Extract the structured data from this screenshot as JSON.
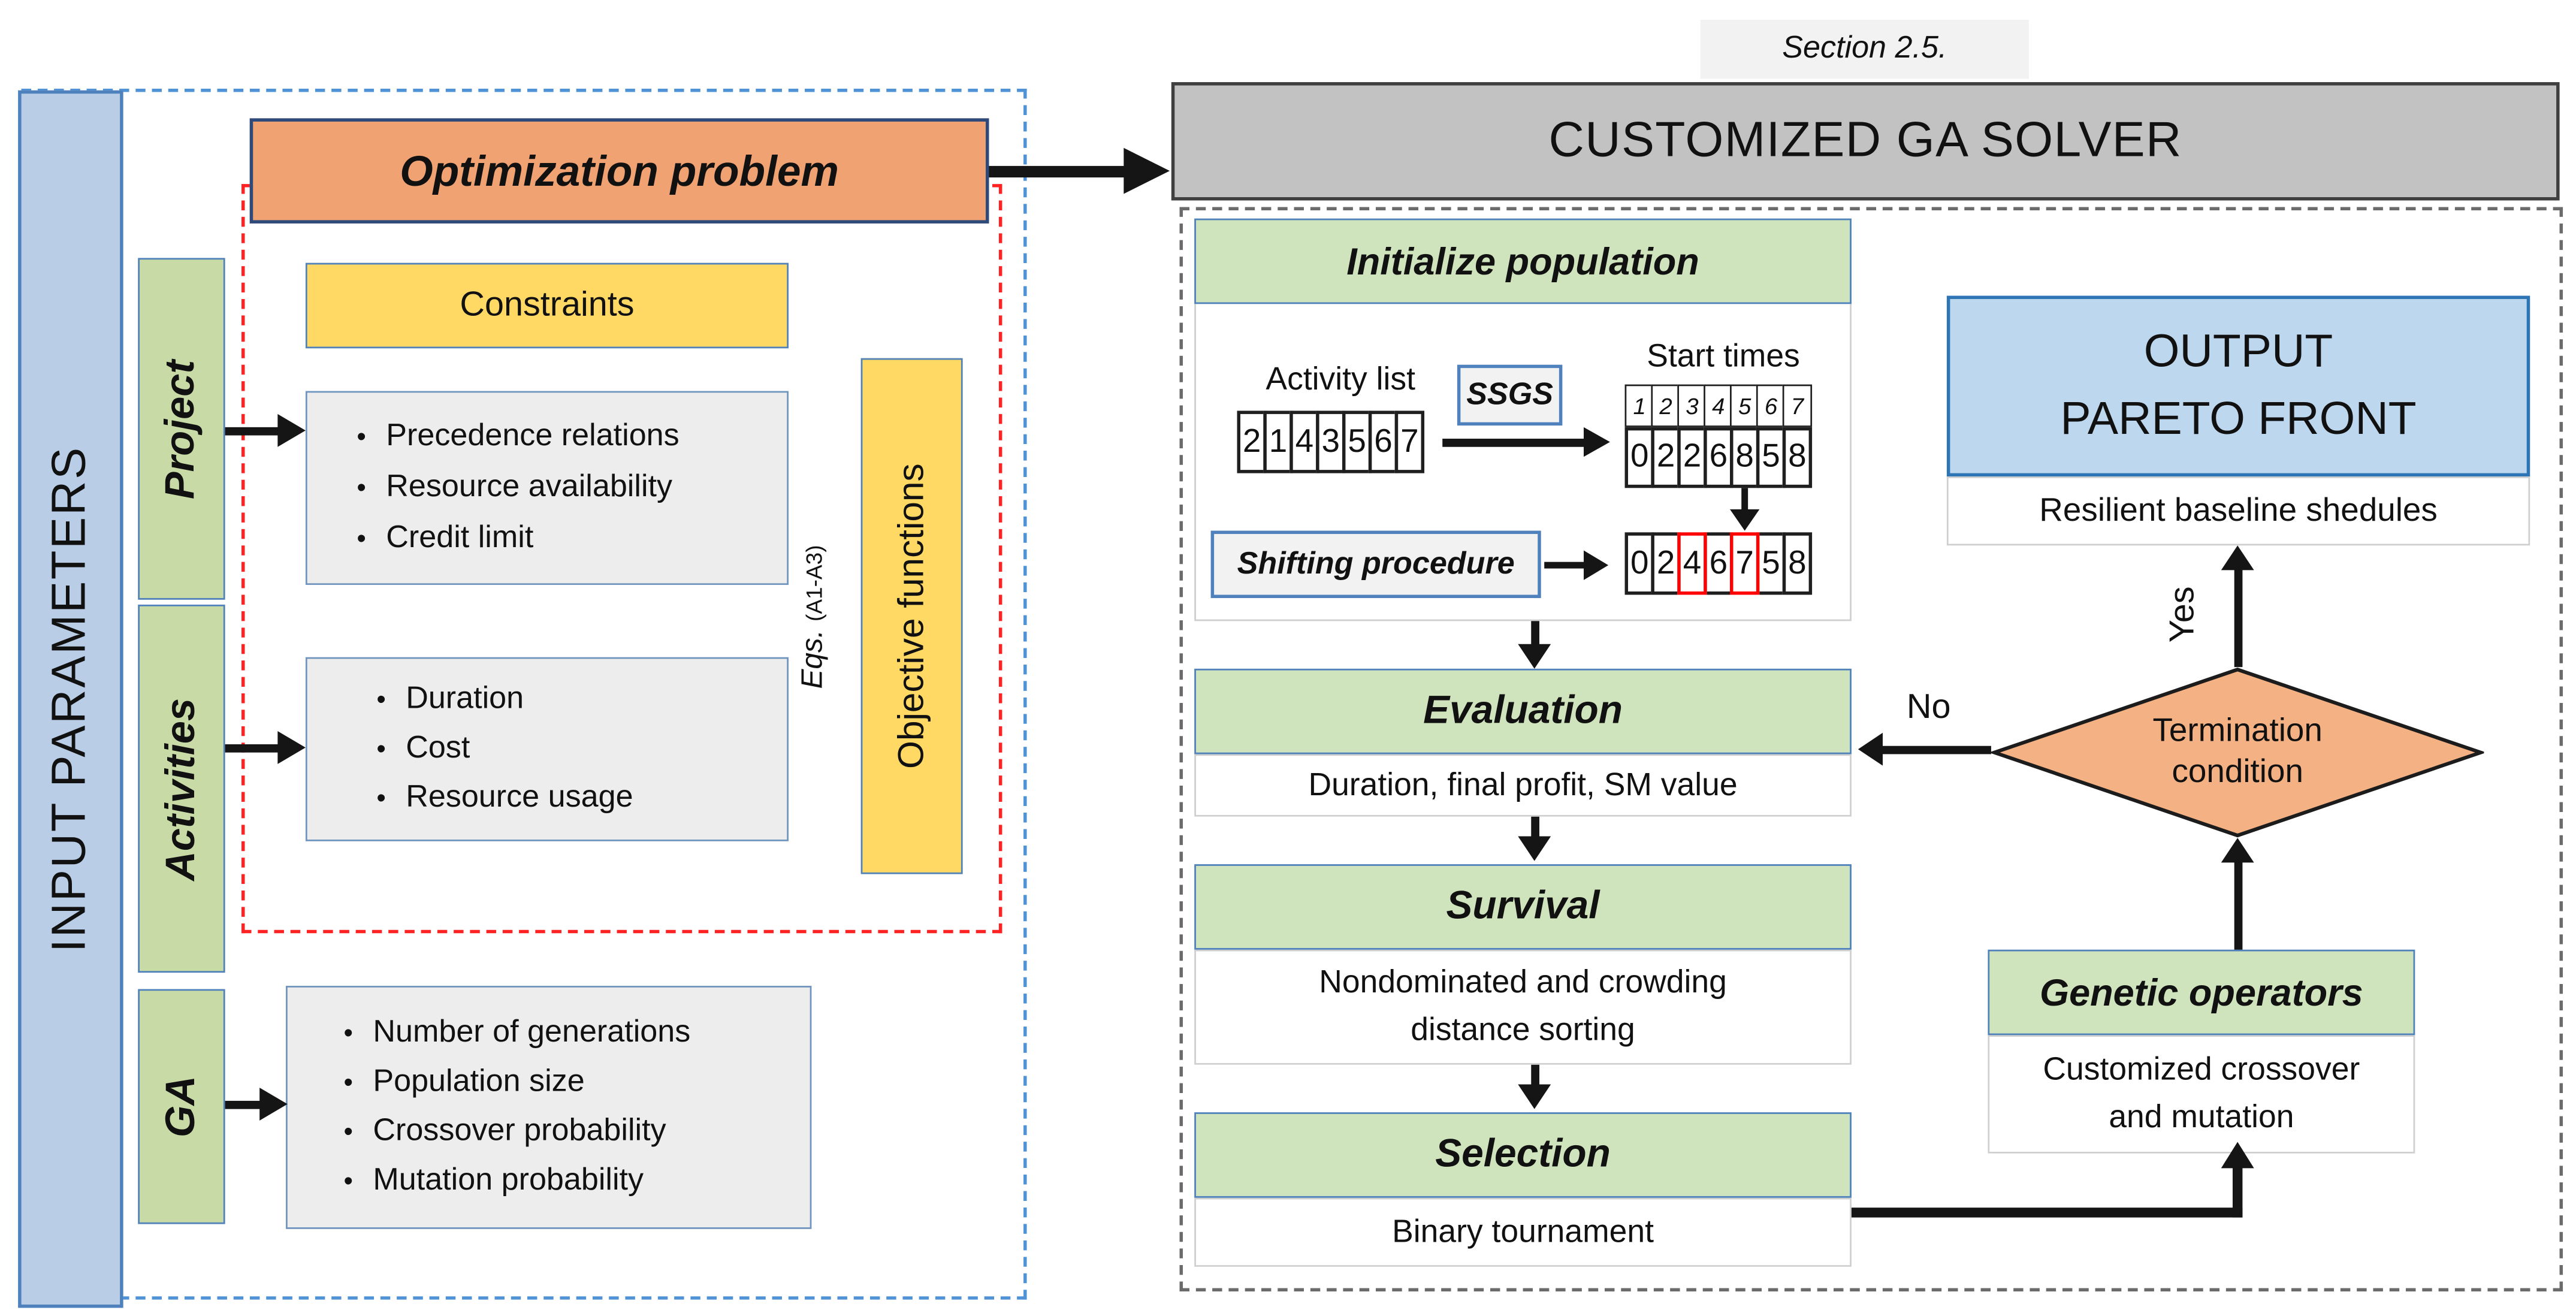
{
  "diagram": {
    "left": {
      "input_parameters": "INPUT PARAMETERS",
      "optimization_problem": "Optimization problem",
      "constraints": "Constraints",
      "project_label": "Project",
      "project_bullets": [
        "Precedence relations",
        "Resource availability",
        "Credit limit"
      ],
      "activities_label": "Activities",
      "activities_bullets": [
        "Duration",
        "Cost",
        "Resource usage"
      ],
      "ga_label": "GA",
      "ga_bullets": [
        "Number of generations",
        "Population size",
        "Crossover probability",
        "Mutation probability"
      ],
      "objective_functions": "Objective functions",
      "eqs": "Eqs.",
      "eqs_ref": "(A1-A3)"
    },
    "solver": {
      "section": "Section 2.5.",
      "title": "CUSTOMIZED GA SOLVER",
      "init": {
        "header": "Initialize population",
        "activity_list_label": "Activity list",
        "activity_list": [
          "2",
          "1",
          "4",
          "3",
          "5",
          "6",
          "7"
        ],
        "ssgs": "SSGS",
        "start_times_label": "Start times",
        "slot_numbers": [
          "1",
          "2",
          "3",
          "4",
          "5",
          "6",
          "7"
        ],
        "start_times": [
          "0",
          "2",
          "2",
          "6",
          "8",
          "5",
          "8"
        ],
        "shifting_procedure": "Shifting procedure",
        "shifted_times": [
          "0",
          "2",
          "4",
          "6",
          "7",
          "5",
          "8"
        ],
        "shifted_highlight_indices": [
          2,
          4
        ]
      },
      "evaluation": {
        "header": "Evaluation",
        "body": "Duration, final profit, SM value"
      },
      "survival": {
        "header": "Survival",
        "body": "Nondominated and crowding distance sorting"
      },
      "selection": {
        "header": "Selection",
        "body": "Binary tournament"
      },
      "genetic_operators": {
        "header": "Genetic operators",
        "body": "Customized crossover and mutation"
      },
      "termination": {
        "line1": "Termination",
        "line2": "condition",
        "yes": "Yes",
        "no": "No"
      },
      "output": {
        "line1": "OUTPUT",
        "line2": "PARETO FRONT",
        "body": "Resilient baseline shedules"
      }
    },
    "colors": {
      "input_bar_fill": "#b9cee6",
      "box_border_blue": "#4f81bd",
      "green_fill_left": "#c8daa6",
      "green_fill_right": "#cfe3bd",
      "yellow_fill": "#ffd963",
      "orange_fill": "#f0a273",
      "diamond_fill": "#f4b183",
      "gray_fill": "#ededed",
      "solver_bar_fill": "#c2c2c2",
      "section_bg": "#f2f2f2",
      "output_fill": "#bdd7ee",
      "output_border": "#2e75b6",
      "highlight_red": "#ff0000",
      "dash_blue": "#4f93d6",
      "dash_red": "#ff2222",
      "dash_gray": "#6b6b6b",
      "arrow_black": "#151515"
    }
  }
}
